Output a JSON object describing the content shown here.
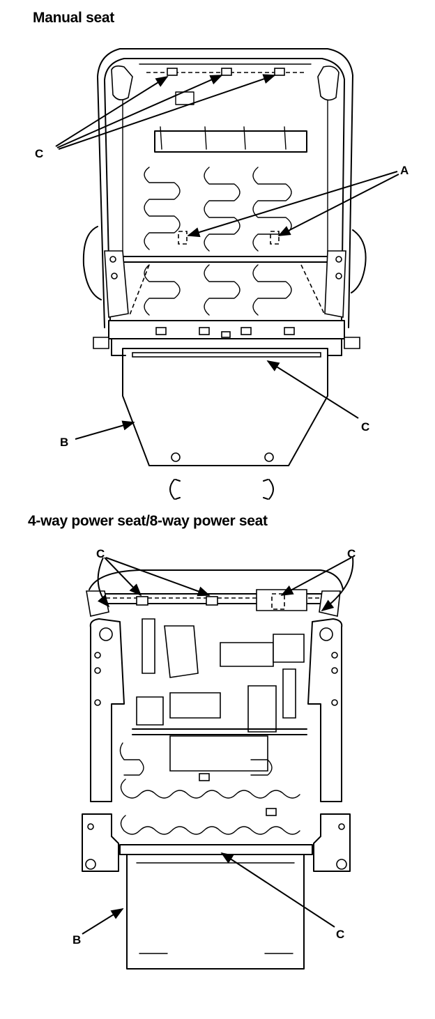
{
  "diagram": {
    "manual": {
      "title": "Manual seat",
      "labels": {
        "a": "A",
        "b": "B",
        "c_top": "C",
        "c_bottom": "C"
      }
    },
    "power": {
      "title": "4-way power seat/8-way power seat",
      "labels": {
        "c_top_left": "C",
        "c_top_right": "C",
        "b": "B",
        "c_bottom": "C"
      }
    }
  }
}
